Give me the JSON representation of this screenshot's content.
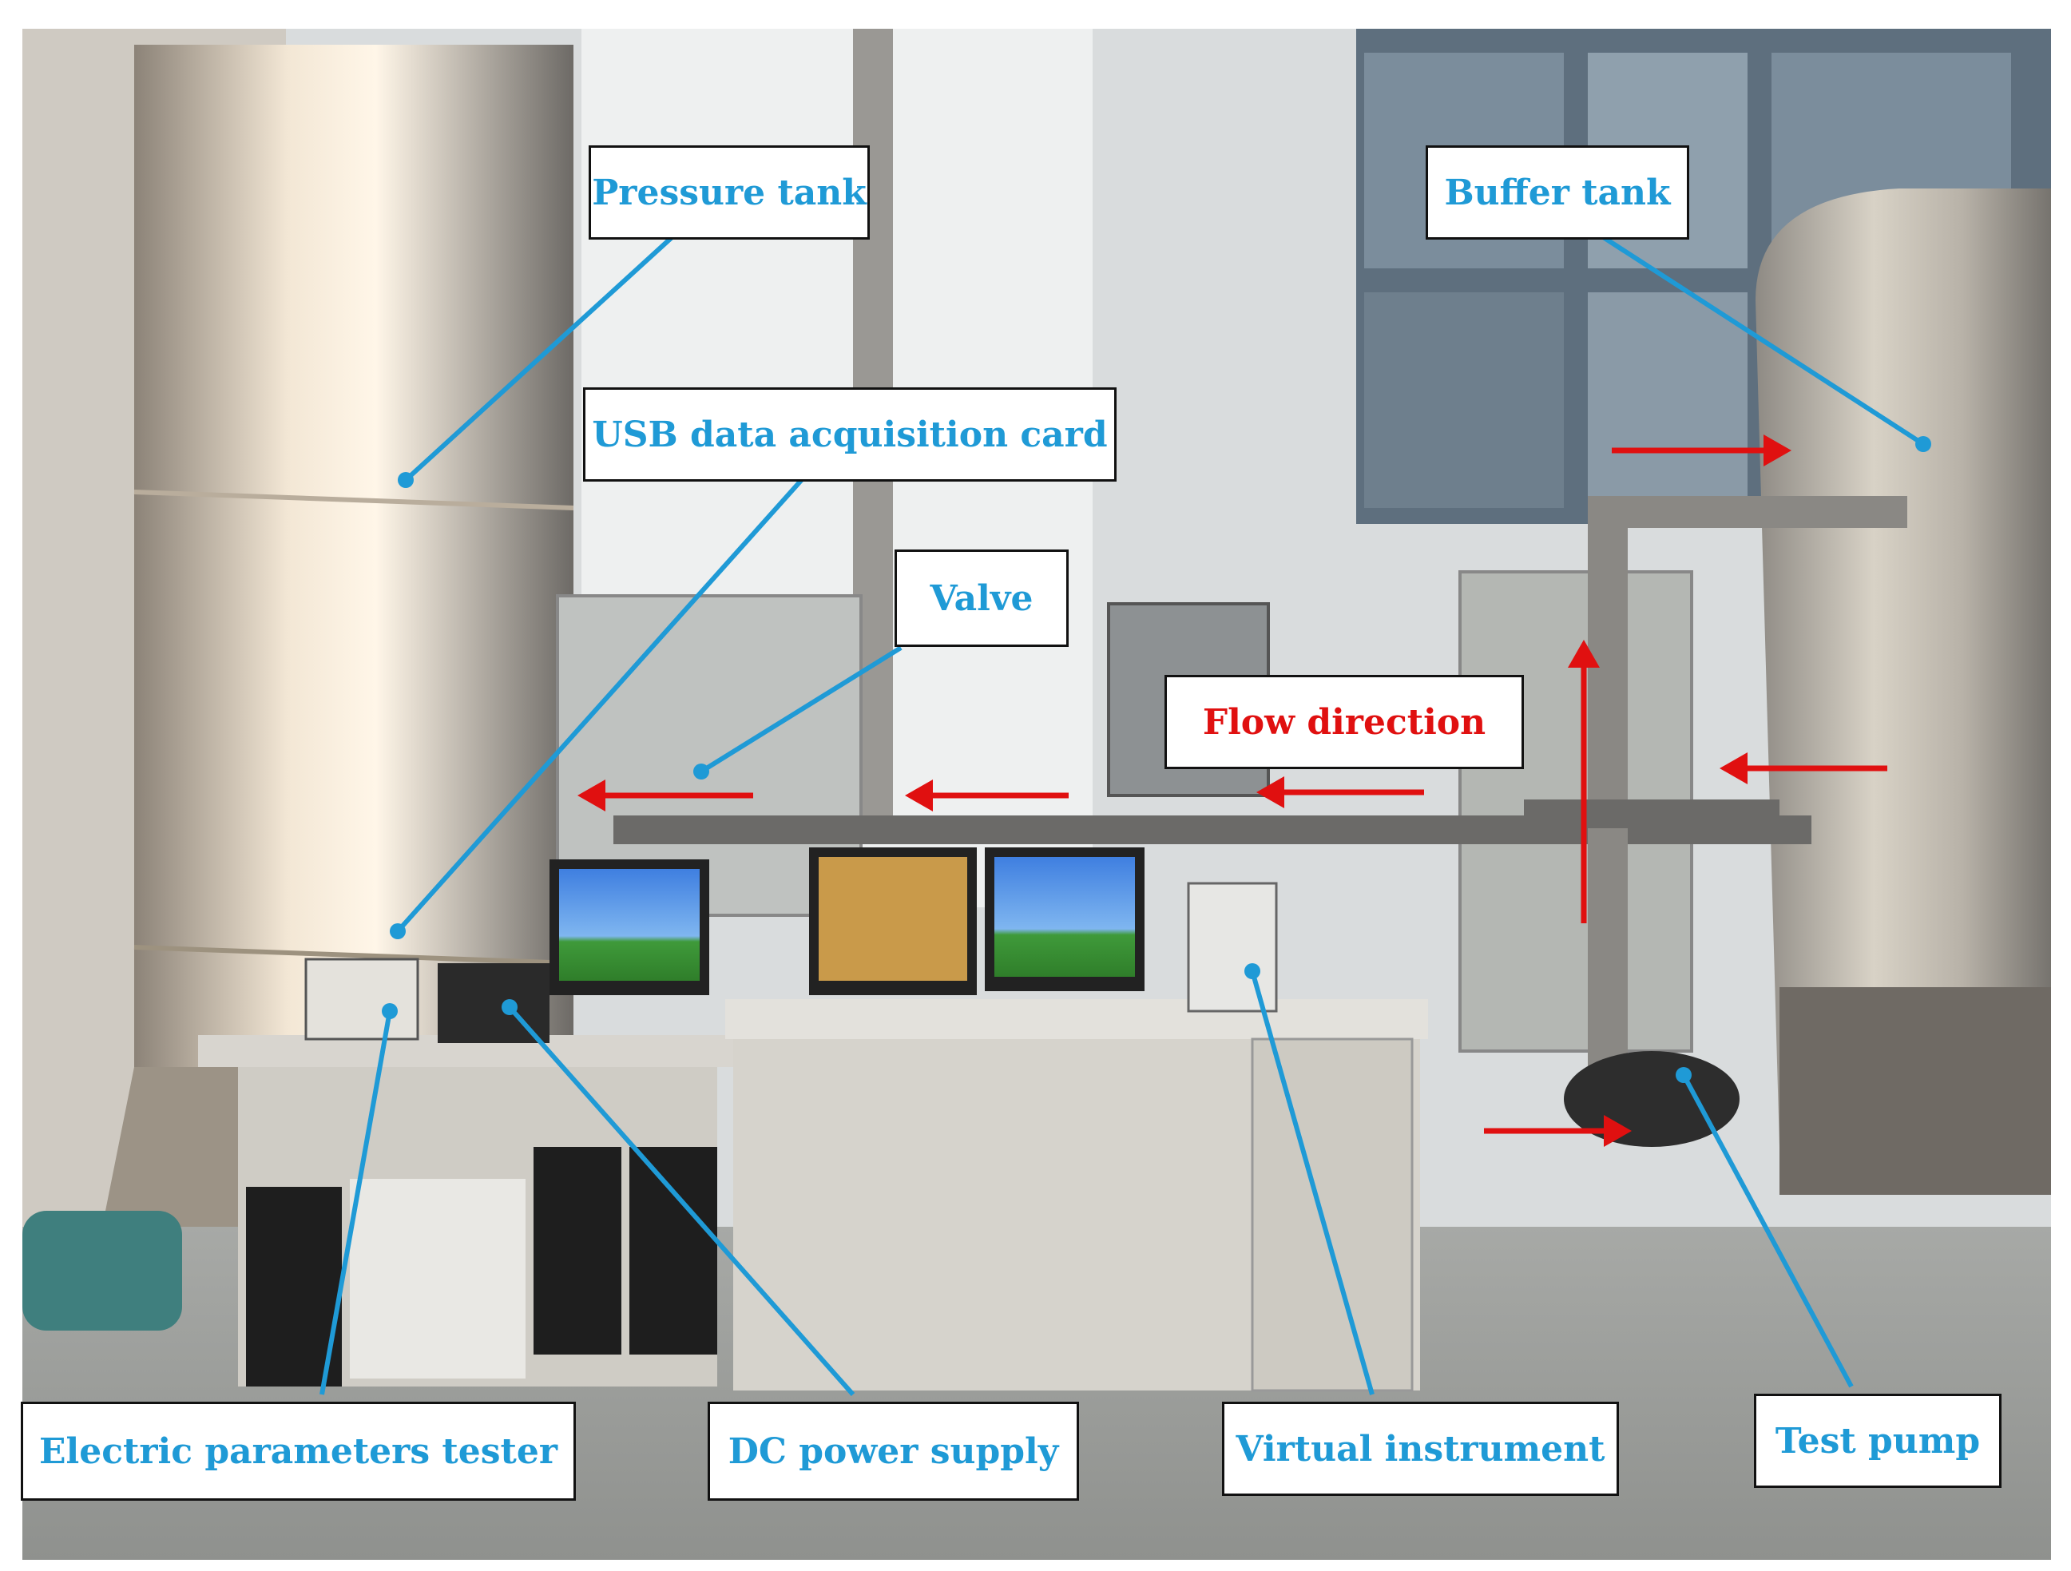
{
  "labels": {
    "pressure_tank": "Pressure tank",
    "usb_card": "USB data acquisition card",
    "valve": "Valve",
    "buffer_tank": "Buffer tank",
    "flow_direction": "Flow direction",
    "electric_tester": "Electric parameters tester",
    "dc_power": "DC power supply",
    "virtual_instrument": "Virtual instrument",
    "test_pump": "Test pump"
  },
  "colors": {
    "label_text": "#1f9ad6",
    "leader_line": "#1f9ad6",
    "flow_text": "#e01010",
    "flow_arrow": "#e01010"
  }
}
